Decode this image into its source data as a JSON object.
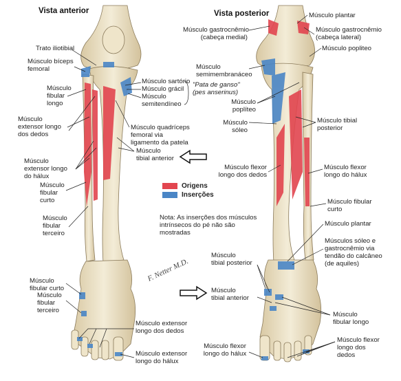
{
  "headings": {
    "anterior": "Vista anterior",
    "posterior": "Vista posterior"
  },
  "labels": {
    "trato_iliotibial": "Trato iliotibial",
    "biceps_femoral": "Músculo bíceps\nfemoral",
    "fibular_longo_ant": "Músculo\nfibular\nlongo",
    "extensor_longo_dedos_ant": "Músculo\nextensor longo\ndos dedos",
    "extensor_longo_halux_ant": "Músculo\nextensor longo\ndo hálux",
    "fibular_curto_ant": "Músculo\nfibular\ncurto",
    "fibular_terceiro_ant": "Músculo\nfibular\nterceiro",
    "sartorio": "Músculo sartório",
    "gracil": "Músculo grácil",
    "semitendineo": "Músculo\nsemitendíneo",
    "pata_ganso": "\"Pata de ganso\"\n(pes anserinus)",
    "quadriceps": "Músculo quadríceps\nfemoral via\nligamento da patela",
    "tibial_anterior_ant": "Músculo\ntibial anterior",
    "fibular_curto_pe": "Músculo\nfibular curto",
    "fibular_terceiro_pe": "Músculo\nfibular\nterceiro",
    "extensor_longo_dedos_pe": "Músculo extensor\nlongo dos dedos",
    "extensor_longo_halux_pe": "Músculo extensor\nlongo do hálux",
    "plantar_top": "Músculo plantar",
    "gastro_medial": "Músculo gastrocnêmio\n(cabeça medial)",
    "gastro_lateral": "Músculo gastrocnêmio\n(cabeça lateral)",
    "popliteo_top": "Músculo popliteo",
    "semimembranaceo": "Músculo\nsemimembranáceo",
    "popliteo": "Músculo\npoplíteo",
    "soleo": "Músculo\nsóleo",
    "tibial_posterior_post": "Músculo tibial\nposterior",
    "flexor_longo_dedos": "Músculo flexor\nlongo dos dedos",
    "flexor_longo_halux": "Músculo flexor\nlongo do hálux",
    "fibular_curto_post": "Músculo fibular\ncurto",
    "plantar_post": "Músculo plantar",
    "soleo_gastro_tendao": "Músculos sóleo e\ngastrocnêmio via\ntendão do calcâneo\n(de aquiles)",
    "tibial_posterior_pe": "Músculo\ntibial posterior",
    "tibial_anterior_pe": "Músculo\ntibial anterior",
    "fibular_longo_pe": "Músculo\nfibular longo",
    "flexor_halux_pe": "Músculo flexor\nlongo do hálux",
    "flexor_dedos_pe": "Músculo flexor\nlongo dos\ndedos"
  },
  "legend": {
    "origens": "Origens",
    "insercoes": "Inserções"
  },
  "note": "Nota: As inserções dos músculos\nintrínsecos do pé não são\nmostradas",
  "signature": "F. Netter M.D.",
  "colors": {
    "origin": "#e2454f",
    "insertion": "#4a86c6",
    "bone": "#ede3c8",
    "bone_shade": "#d7c7a2",
    "line": "#222222"
  }
}
